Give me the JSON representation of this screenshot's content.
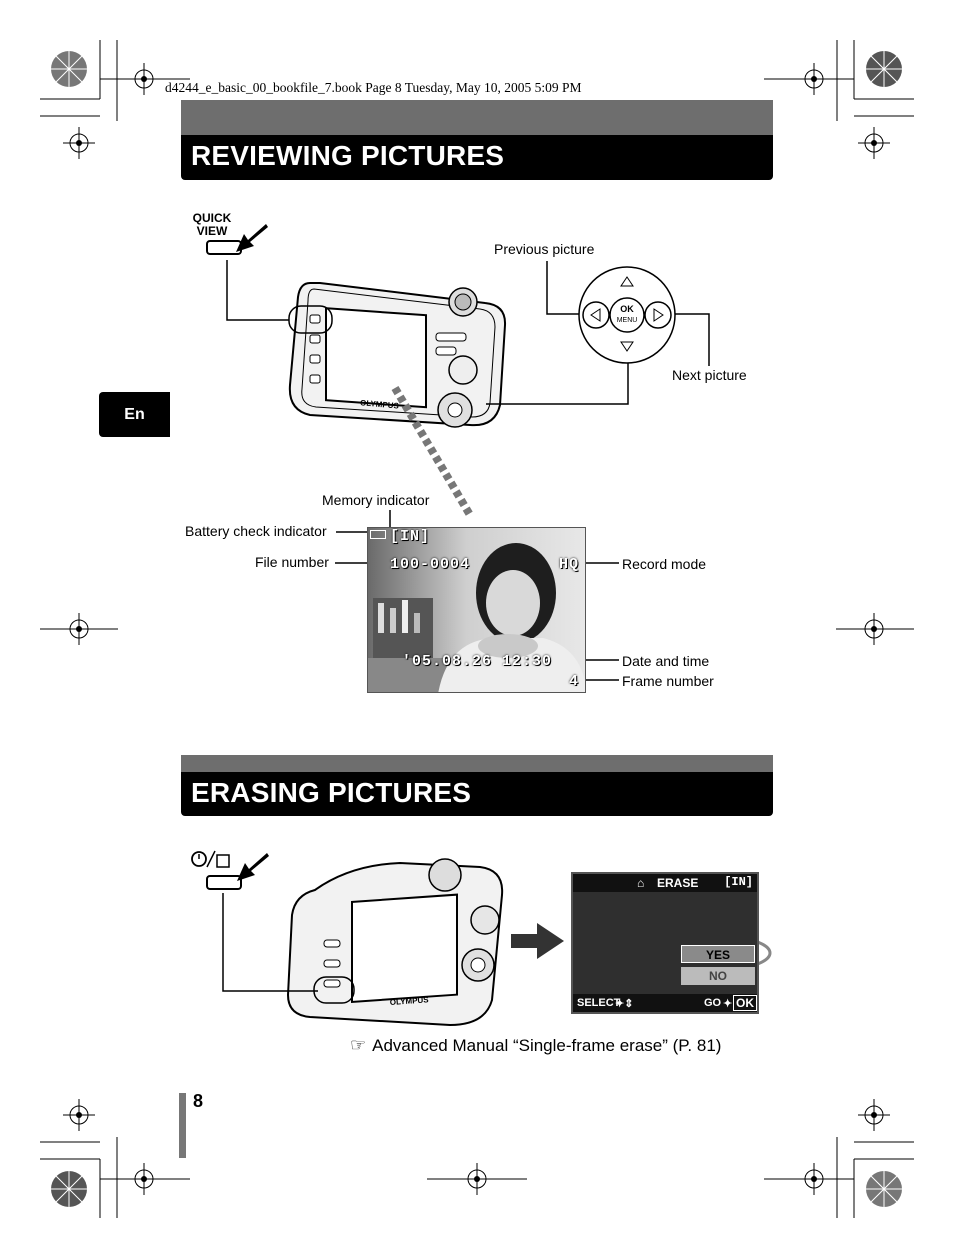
{
  "print_line": "d4244_e_basic_00_bookfile_7.book  Page 8  Tuesday, May 10, 2005  5:09 PM",
  "sections": {
    "reviewing": {
      "title": "REVIEWING PICTURES"
    },
    "erasing": {
      "title": "ERASING PICTURES"
    }
  },
  "language_tab": "En",
  "buttons": {
    "quick_view": {
      "line1": "QUICK",
      "line2": "VIEW"
    }
  },
  "labels": {
    "previous_picture": "Previous picture",
    "next_picture": "Next picture",
    "memory_indicator": "Memory indicator",
    "battery_check": "Battery check indicator",
    "file_number": "File number",
    "record_mode": "Record mode",
    "date_time": "Date and time",
    "frame_number": "Frame number"
  },
  "arrow_pad": {
    "ok": "OK",
    "menu": "MENU"
  },
  "camera": {
    "brand": "OLYMPUS"
  },
  "lcd": {
    "memory": "[IN]",
    "file": "100-0004",
    "mode": "HQ",
    "datetime": "'05.08.26 12:30",
    "frame": "4"
  },
  "erase_menu": {
    "title": "ERASE",
    "memory": "[IN]",
    "yes": "YES",
    "no": "NO",
    "select": "SELECT",
    "go": "GO",
    "ok": "OK"
  },
  "reference": "Advanced Manual “Single-frame erase” (P. 81)",
  "page_number": "8"
}
